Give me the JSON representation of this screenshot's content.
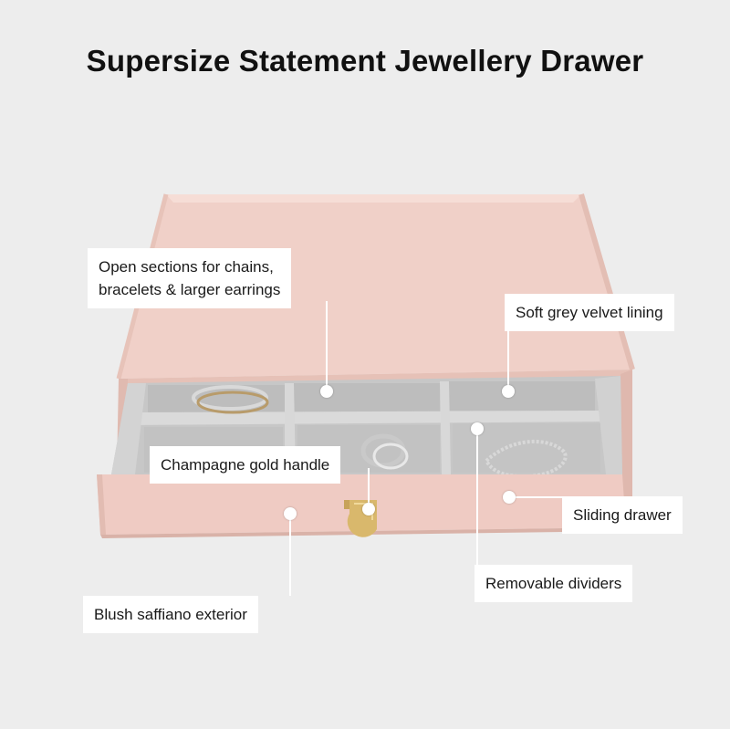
{
  "title": "Supersize Statement Jewellery Drawer",
  "colors": {
    "background": "#ededed",
    "blush": "#efcdc5",
    "velvet": "#c9c9c9",
    "gold": "#d7b56a"
  },
  "callouts": {
    "open_sections": {
      "line1": "Open sections for chains,",
      "line2": "bracelets & larger earrings"
    },
    "velvet_lining": "Soft grey velvet lining",
    "gold_handle": "Champagne gold handle",
    "sliding_drawer": "Sliding drawer",
    "dividers": "Removable dividers",
    "exterior": "Blush saffiano exterior"
  }
}
